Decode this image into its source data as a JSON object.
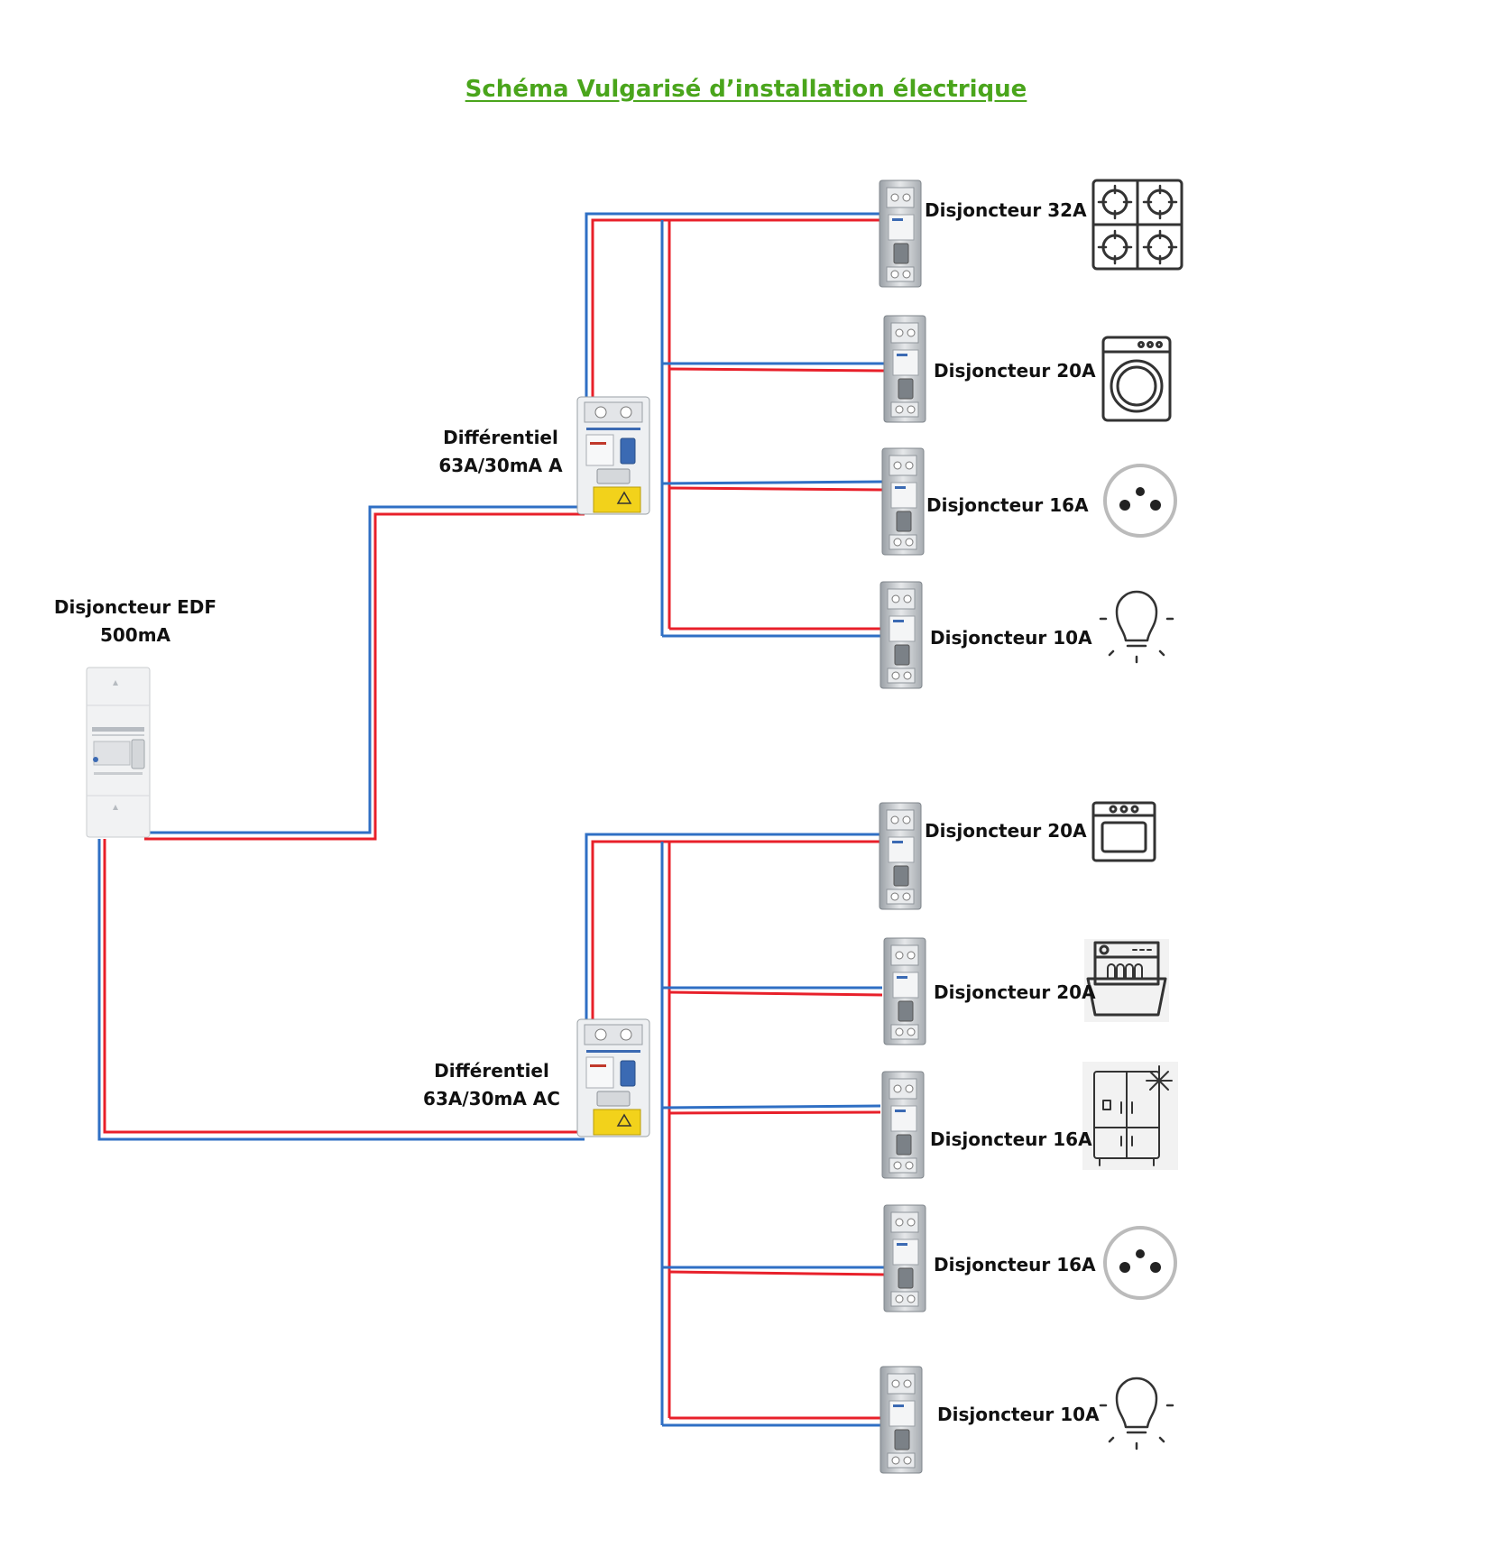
{
  "title": "Schéma Vulgarisé d’installation électrique",
  "main_breaker": {
    "line1": "Disjoncteur EDF",
    "line2": "500mA"
  },
  "rcd_a": {
    "line1": "Différentiel",
    "line2": "63A/30mA A"
  },
  "rcd_ac": {
    "line1": "Différentiel",
    "line2": "63A/30mA AC"
  },
  "colors": {
    "phase": "#e8202a",
    "neutral": "#2f6fc4",
    "title": "#4aa51c",
    "yellow": "#f2d21b"
  },
  "circuits_a": [
    {
      "label": "Disjoncteur 32A",
      "icon": "cooktop-icon"
    },
    {
      "label": "Disjoncteur 20A",
      "icon": "washing-machine-icon"
    },
    {
      "label": "Disjoncteur 16A",
      "icon": "socket-icon"
    },
    {
      "label": "Disjoncteur 10A",
      "icon": "light-bulb-icon"
    }
  ],
  "circuits_ac": [
    {
      "label": "Disjoncteur 20A",
      "icon": "oven-icon"
    },
    {
      "label": "Disjoncteur 20A",
      "icon": "dishwasher-icon"
    },
    {
      "label": "Disjoncteur 16A",
      "icon": "fridge-icon"
    },
    {
      "label": "Disjoncteur 16A",
      "icon": "socket-icon"
    },
    {
      "label": "Disjoncteur 10A",
      "icon": "light-bulb-icon"
    }
  ]
}
